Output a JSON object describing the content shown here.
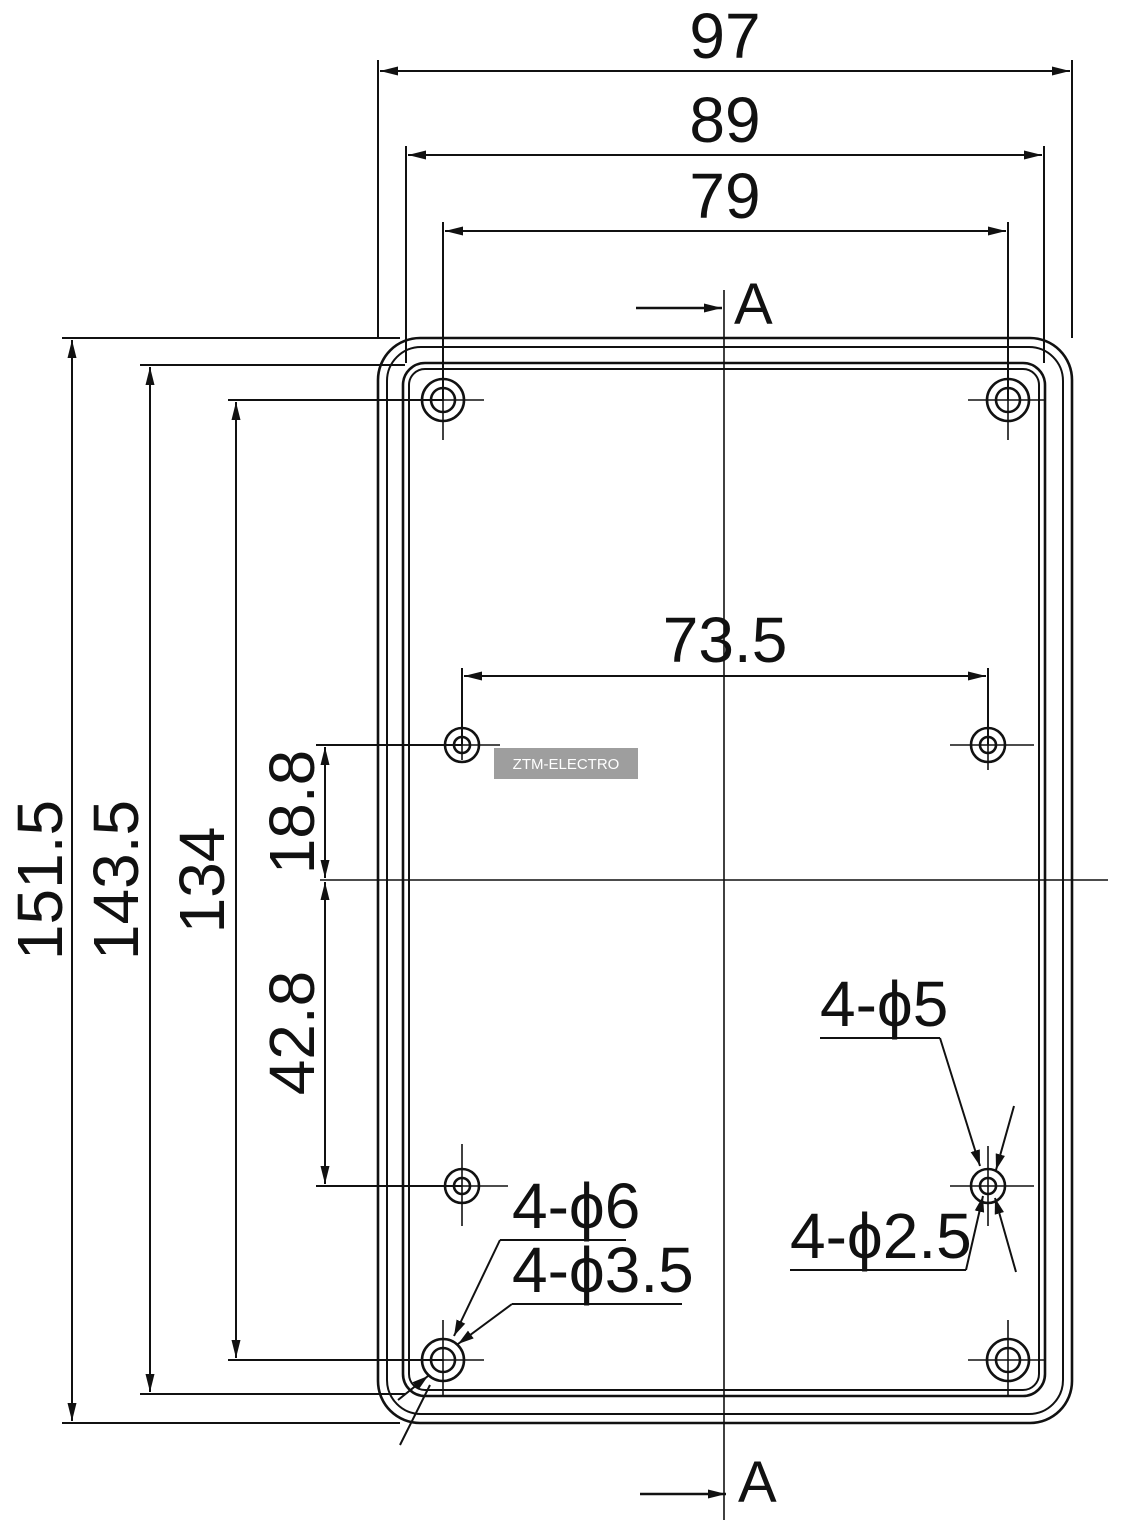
{
  "dimensions": {
    "overall_width": "97",
    "inner_width": "89",
    "corner_hole_pitch_x": "79",
    "overall_height": "151.5",
    "inner_height": "143.5",
    "corner_hole_pitch_y": "134",
    "center_hole_pitch_x": "73.5",
    "upper_hole_offset": "18.8",
    "lower_hole_offset": "42.8"
  },
  "section_marks": {
    "top": "A",
    "bottom": "A"
  },
  "callouts": {
    "corner_outer_diameter": "4-ϕ6",
    "corner_inner_diameter": "4-ϕ3.5",
    "mount_outer_diameter": "4-ϕ5",
    "mount_inner_diameter": "4-ϕ2.5"
  },
  "watermark": "ZTM-ELECTRO"
}
